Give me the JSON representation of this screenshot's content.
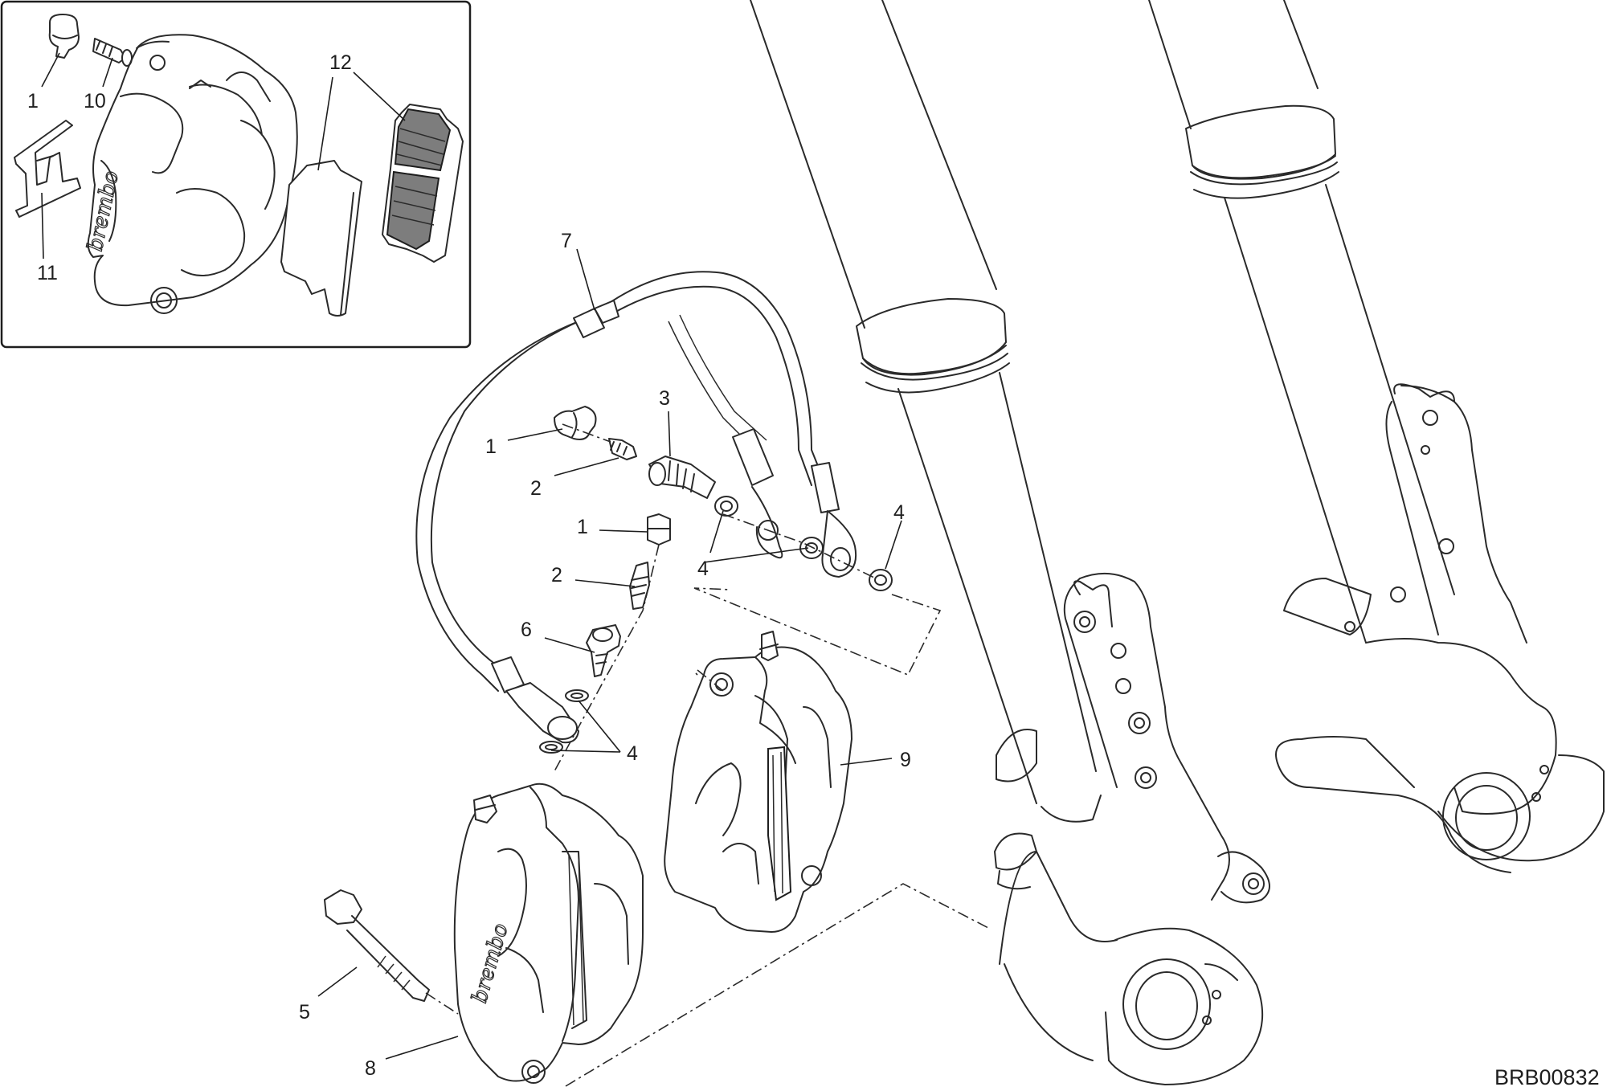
{
  "drawing_code": "BRB00832",
  "brand_mark": "brembo",
  "inset_callouts": [
    {
      "id": "inset-1",
      "text": "1"
    },
    {
      "id": "inset-10",
      "text": "10"
    },
    {
      "id": "inset-11",
      "text": "11"
    },
    {
      "id": "inset-12",
      "text": "12"
    }
  ],
  "main_callouts": [
    {
      "id": "callout-7",
      "text": "7"
    },
    {
      "id": "callout-3",
      "text": "3"
    },
    {
      "id": "callout-1a",
      "text": "1"
    },
    {
      "id": "callout-2a",
      "text": "2"
    },
    {
      "id": "callout-1b",
      "text": "1"
    },
    {
      "id": "callout-2b",
      "text": "2"
    },
    {
      "id": "callout-6",
      "text": "6"
    },
    {
      "id": "callout-4a",
      "text": "4"
    },
    {
      "id": "callout-4b",
      "text": "4"
    },
    {
      "id": "callout-4c",
      "text": "4"
    },
    {
      "id": "callout-9",
      "text": "9"
    },
    {
      "id": "callout-5",
      "text": "5"
    },
    {
      "id": "callout-8",
      "text": "8"
    }
  ]
}
